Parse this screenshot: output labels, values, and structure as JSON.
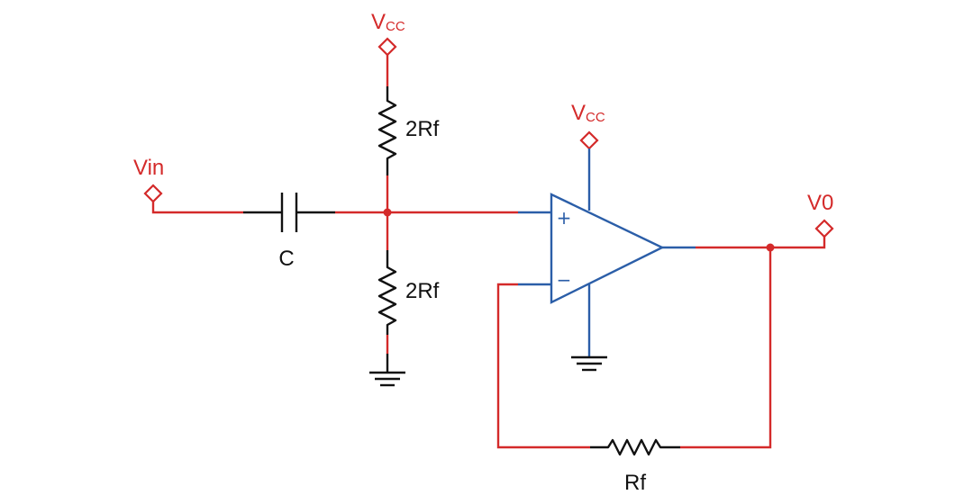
{
  "colors": {
    "wire": "#d42a2a",
    "component": "#111111",
    "opamp": "#2b5ea8",
    "background": "#ffffff"
  },
  "labels": {
    "vcc_main": "V",
    "vcc_main_sub": "CC",
    "vcc_opamp": "V",
    "vcc_opamp_sub": "CC",
    "vin": "Vin",
    "v0": "V0",
    "capacitor": "C",
    "resistor_top": "2Rf",
    "resistor_bottom": "2Rf",
    "resistor_feedback": "Rf",
    "opamp_plus": "+",
    "opamp_minus": "−"
  }
}
